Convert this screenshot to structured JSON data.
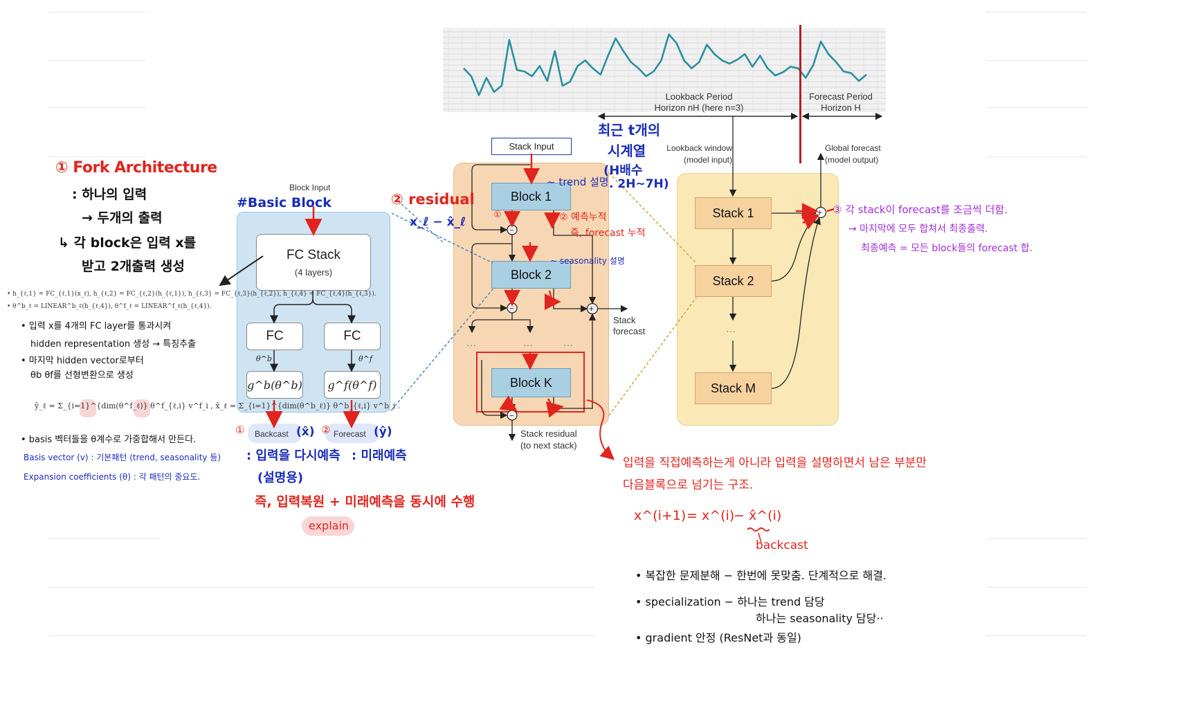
{
  "colors": {
    "hand_red": "#e1241d",
    "hand_blue": "#1a2db8",
    "hand_purple": "#a12ed6",
    "block_blue_bg": "#cfe4f3",
    "stack_orange_bg": "#f7d7b3",
    "model_yellow_bg": "#fbe8b7",
    "block_box": "#a9cfe3",
    "stack_box": "#f6d29f",
    "highlight_pink": "#f9d6d6",
    "highlight_blue": "#dfe7fb"
  },
  "left_notes": {
    "fork_title": "① Fork Architecture",
    "fork_line1": ": 하나의 입력",
    "fork_line2": "→ 두개의 출력",
    "fork_line3": "↳ 각 block은 입력 x를",
    "fork_line4": "받고 2개출력 생성",
    "eq_h": "• h_{ℓ,1} = FC_{ℓ,1}(x_ℓ),   h_{ℓ,2} = FC_{ℓ,2}(h_{ℓ,1}),   h_{ℓ,3} = FC_{ℓ,3}(h_{ℓ,2}),   h_{ℓ,4} = FC_{ℓ,4}(h_{ℓ,3}).",
    "eq_theta": "• θ^b_ℓ = LINEAR^b_ℓ(h_{ℓ,4}),   θ^f_ℓ = LINEAR^f_ℓ(h_{ℓ,4}).",
    "note1a": "• 입력 x를 4개의 FC layer를 통과시켜",
    "note1b": "hidden representation 생성 → 특징추출",
    "note2a": "• 마지막 hidden vector로부터",
    "note2b": "θb  θf를 선형변환으로 생성",
    "eq_basis": "ŷ_ℓ = Σ_{i=1}^{dim(θ^f_ℓ)} θ^f_{ℓ,i} v^f_i ,     x̂_ℓ = Σ_{i=1}^{dim(θ^b_ℓ)} θ^b_{ℓ,i} v^b_i .",
    "note3": "• basis 벡터들을 θ계수로 가중합해서 만든다.",
    "note4": "Basis vector (v) : 기본패턴 (trend, seasonality 등)",
    "note5": "Expansion coefficients (θ) : 각 패턴의 중요도."
  },
  "basic_block": {
    "hand_label": "#Basic Block",
    "input_label": "Block Input",
    "fc_stack": "FC Stack",
    "fc_stack_sub": "(4 layers)",
    "fc_left": "FC",
    "fc_right": "FC",
    "theta_b": "θ^b",
    "theta_f": "θ^f",
    "g_b": "g^b(θ^b)",
    "g_f": "g^f(θ^f)",
    "backcast": "Backcast",
    "forecast": "Forecast",
    "hand_backcast_mark": "①",
    "hand_backcast_sym": "(x̂)",
    "hand_forecast_mark": "②",
    "hand_forecast_sym": "(ŷ)",
    "hand_backcast_note1": ": 입력을 다시예측",
    "hand_backcast_note2": "(설명용)",
    "hand_forecast_note": ": 미래예측",
    "hand_summary": "즉, 입력복원 + 미래예측을 동시에 수행",
    "hand_explain": "explain"
  },
  "stack_diagram": {
    "hand_residual": "② residual",
    "hand_residual_eq": "x_ℓ − x̂_ℓ",
    "stack_input": "Stack Input",
    "block1": "Block 1",
    "block2": "Block 2",
    "blockk": "Block K",
    "dots": "···",
    "stack_forecast": "Stack\nforecast",
    "stack_residual": "Stack residual\n(to next stack)",
    "hand_trend": "~ trend 설명",
    "hand_seasonality": "~ seasonality 설명",
    "hand_mark1": "①",
    "hand_mark2": "② 예측누적",
    "hand_mark2b": "즉, forecast 누적",
    "hand_recent1": "최근 t개의",
    "hand_recent2": "시계열",
    "hand_recent3": "(H배수",
    "hand_recent4": ". 2H~7H)"
  },
  "timeseries": {
    "lookback_label1": "Lookback Period",
    "lookback_label2": "Horizon nH (here n=3)",
    "forecast_label1": "Forecast Period",
    "forecast_label2": "Horizon H",
    "values": [
      0.52,
      0.42,
      0.18,
      0.4,
      0.22,
      0.3,
      0.88,
      0.5,
      0.48,
      0.42,
      0.55,
      0.36,
      0.74,
      0.3,
      0.35,
      0.55,
      0.62,
      0.52,
      0.44,
      0.68,
      0.9,
      0.74,
      0.6,
      0.52,
      0.42,
      0.48,
      0.62,
      0.95,
      0.84,
      0.62,
      0.52,
      0.6,
      0.82,
      0.7,
      0.62,
      0.58,
      0.63,
      0.7,
      0.54,
      0.68,
      0.52,
      0.43,
      0.47,
      0.54,
      0.52,
      0.4,
      0.56,
      0.86,
      0.7,
      0.6,
      0.48,
      0.46,
      0.36,
      0.44
    ]
  },
  "model": {
    "lookback_window": "Lookback window\n(model input)",
    "global_forecast": "Global forecast\n(model output)",
    "stack1": "Stack 1",
    "stack2": "Stack 2",
    "stackm": "Stack M",
    "dots": "···",
    "hand_note1": "③ 각 stack이 forecast를 조금씩 더함.",
    "hand_note2": "→ 마지막에 모두 합쳐서 최종출력.",
    "hand_note3": "최종예측 = 모든 block들의 forecast 합."
  },
  "bottom_notes": {
    "red1": "입력을 직접예측하는게 아니라 입력을 설명하면서 남은 부분만",
    "red2": "다음블록으로 넘기는 구조.",
    "eq_lhs": "x^(i+1)",
    "eq_mid": "= x^(i)",
    "eq_rhs": "− x̂^(i)",
    "eq_backcast": "backcast",
    "bullet1": "• 복잡한 문제분해 − 한번에 못맞춤. 단계적으로 해결.",
    "bullet2a": "• specialization − 하나는 trend 담당",
    "bullet2b": "하나는 seasonality 담당··",
    "bullet3": "• gradient 안정 (ResNet과 동일)"
  }
}
